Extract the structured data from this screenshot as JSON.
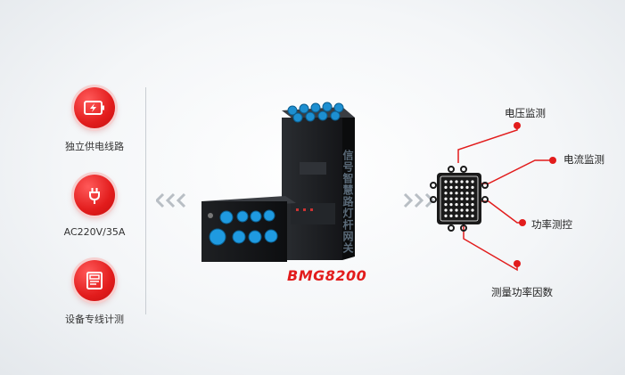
{
  "features": [
    {
      "label": "独立供电线路",
      "icon": "battery-charge-icon"
    },
    {
      "label": "AC220V/35A",
      "icon": "power-plug-icon"
    },
    {
      "label": "设备专线计测",
      "icon": "meter-icon"
    }
  ],
  "product": {
    "vertical_text": "信号智慧路灯杆网关",
    "model": "BMG8200"
  },
  "monitoring": [
    {
      "label": "电压监测"
    },
    {
      "label": "电流监测"
    },
    {
      "label": "功率测控"
    },
    {
      "label": "测量功率因数"
    }
  ],
  "colors": {
    "accent": "#e21c1c",
    "chip": "#1a1a1a",
    "chevron": "#b8bec4"
  }
}
